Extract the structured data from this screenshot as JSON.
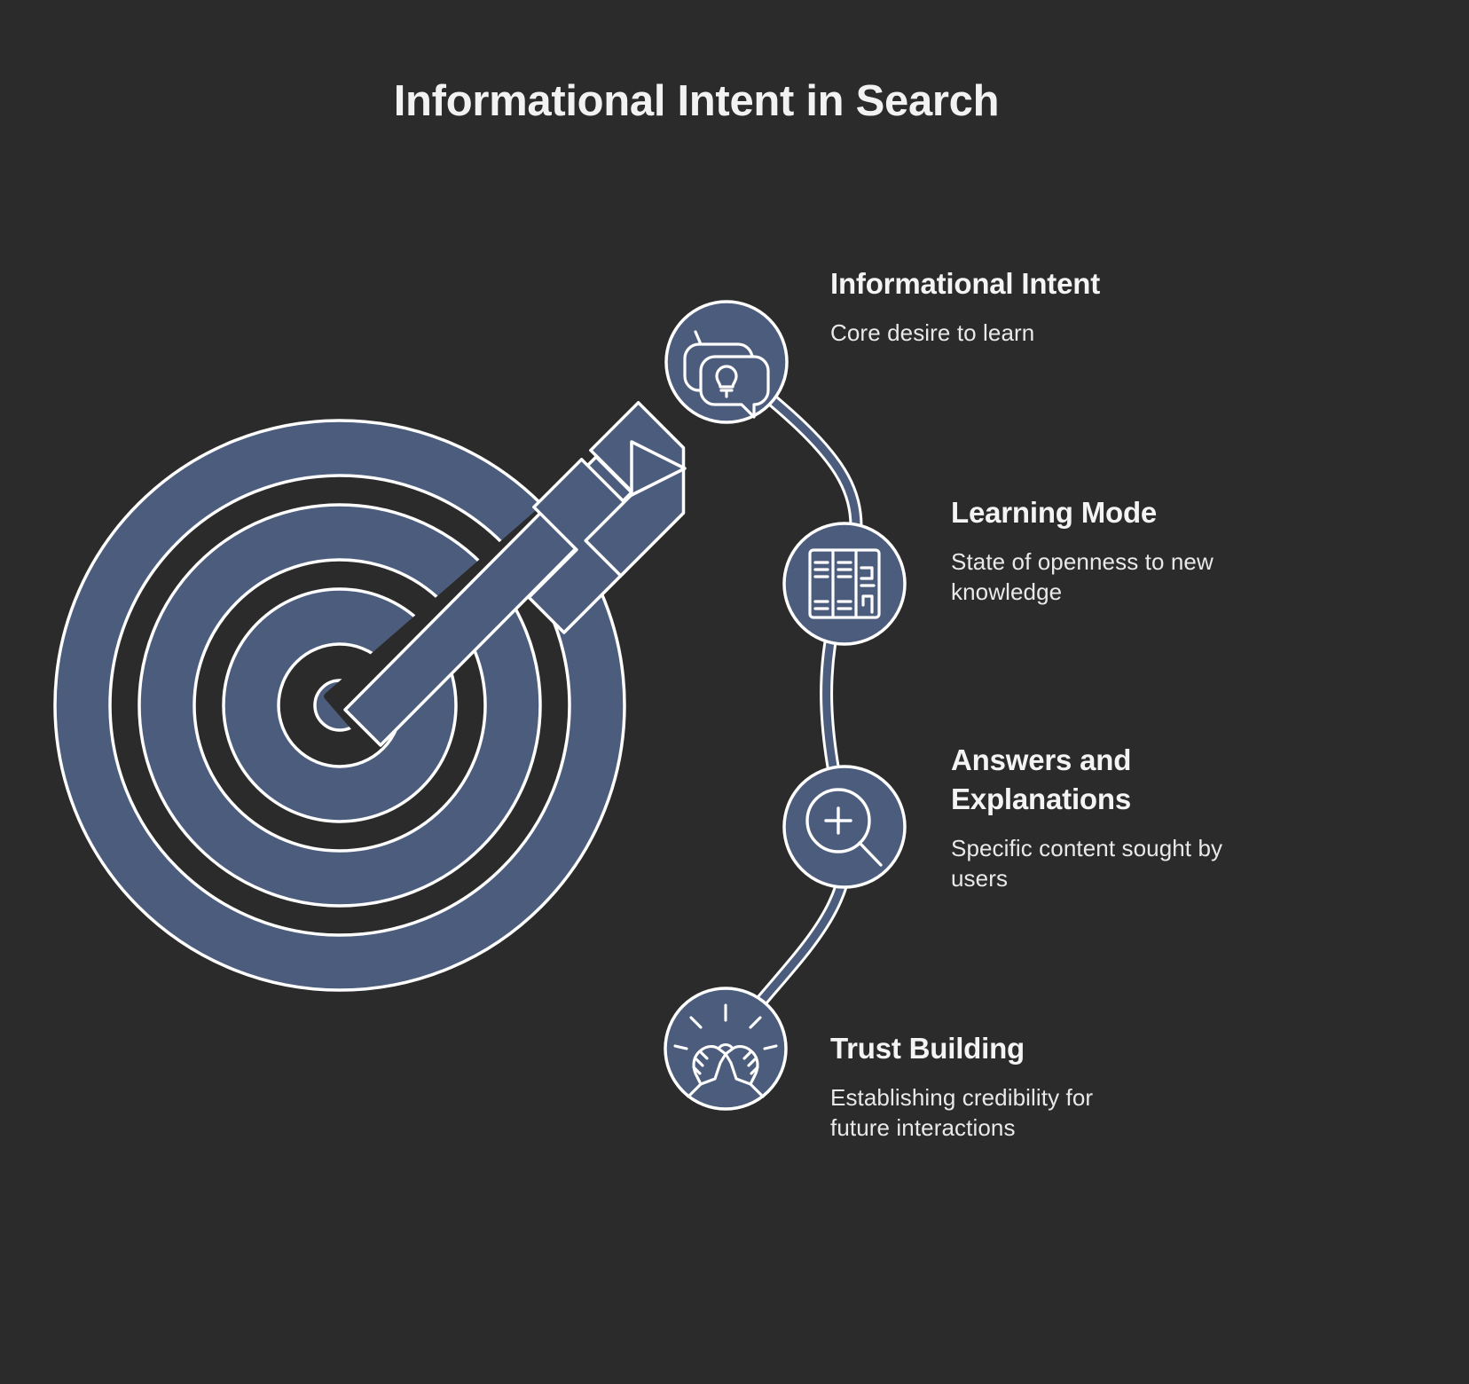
{
  "meta": {
    "background_color": "#2b2b2b",
    "accent_color": "#4b5c7c",
    "outline_color": "#ffffff",
    "title_color": "#f2f2f2",
    "text_color": "#e9e9e9"
  },
  "header": {
    "title": "Informational Intent in Search"
  },
  "illustration": {
    "name": "target-with-arrow",
    "description": "Concentric circle target (bullseye) struck by an arrow"
  },
  "nodes": [
    {
      "id": "informational-intent",
      "title": "Informational Intent",
      "description": "Core desire to learn",
      "icon": "speech-bubbles-lightbulb-icon"
    },
    {
      "id": "learning-mode",
      "title": "Learning Mode",
      "description": "State of openness to new\nknowledge",
      "icon": "document-columns-icon"
    },
    {
      "id": "answers-and-explanations",
      "title": "Answers and\nExplanations",
      "description": "Specific content sought by\nusers",
      "icon": "magnifier-plus-icon"
    },
    {
      "id": "trust-building",
      "title": "Trust Building",
      "description": "Establishing credibility for\nfuture interactions",
      "icon": "handshake-icon"
    }
  ]
}
